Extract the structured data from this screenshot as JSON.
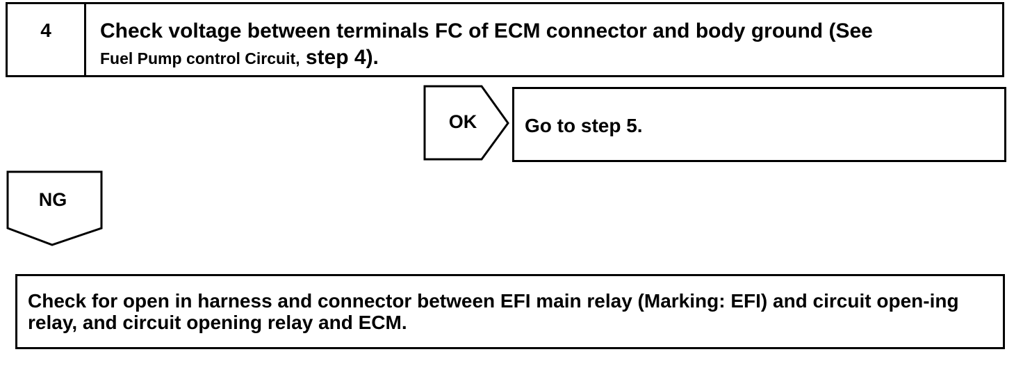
{
  "step": {
    "number": "4",
    "title_main": "Check voltage between terminals FC of ECM connector and body ground (See",
    "title_ref": "Fuel Pump control Circuit,",
    "title_step": "step 4)."
  },
  "ok_branch": {
    "label": "OK",
    "result": "Go to step 5."
  },
  "ng_branch": {
    "label": "NG"
  },
  "action": {
    "text": "Check for open in harness and connector between EFI main relay (Marking: EFI) and circuit open-ing relay, and circuit opening relay and ECM."
  }
}
